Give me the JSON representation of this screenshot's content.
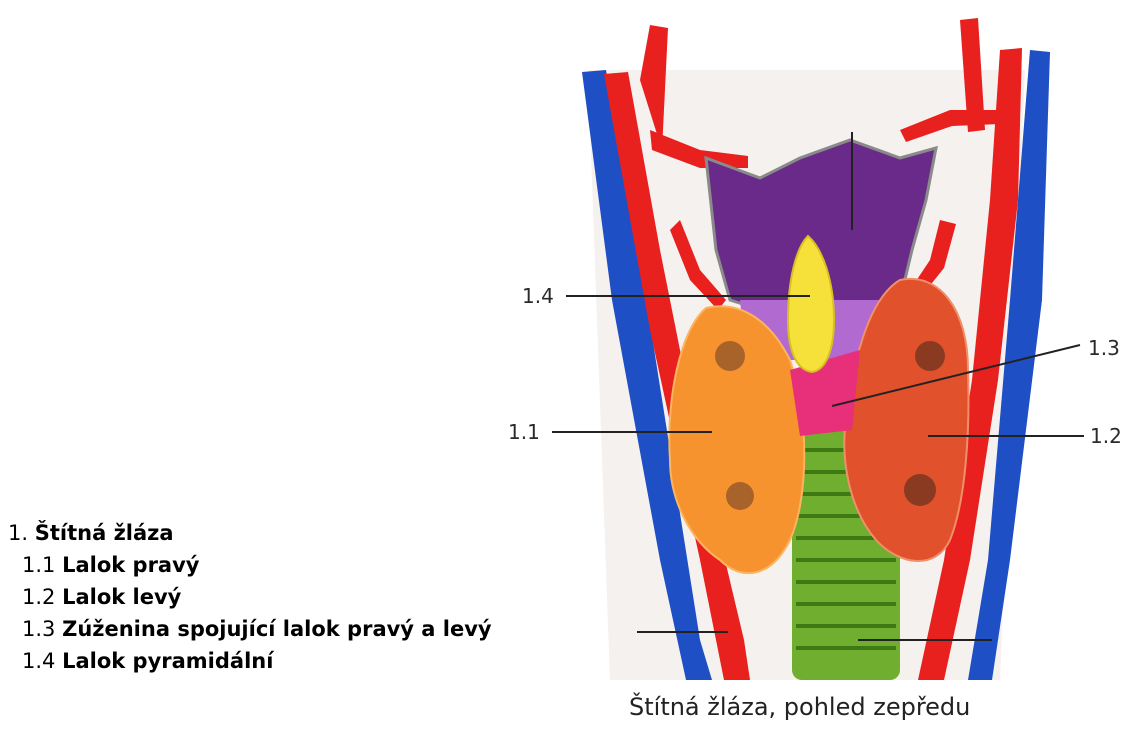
{
  "legend": {
    "main_number": "1.",
    "main_label": "Štítná žláza",
    "items": [
      {
        "num": "1.1",
        "label": "Lalok pravý"
      },
      {
        "num": "1.2",
        "label": "Lalok levý"
      },
      {
        "num": "1.3",
        "label": "Zúženina spojující lalok pravý a levý"
      },
      {
        "num": "1.4",
        "label": "Lalok pyramidální"
      }
    ]
  },
  "callouts": {
    "c11": "1.1",
    "c12": "1.2",
    "c13": "1.3",
    "c14": "1.4"
  },
  "caption": "Štítná žláza, pohled zepředu",
  "colors": {
    "artery": "#e8201e",
    "vein": "#1f4fc4",
    "larynx": "#6a2a8a",
    "pyramidal": "#f5e13a",
    "right_lobe": "#f7932e",
    "left_lobe": "#e0512c",
    "isthmus": "#e8307a",
    "trachea": "#6fae2e"
  }
}
